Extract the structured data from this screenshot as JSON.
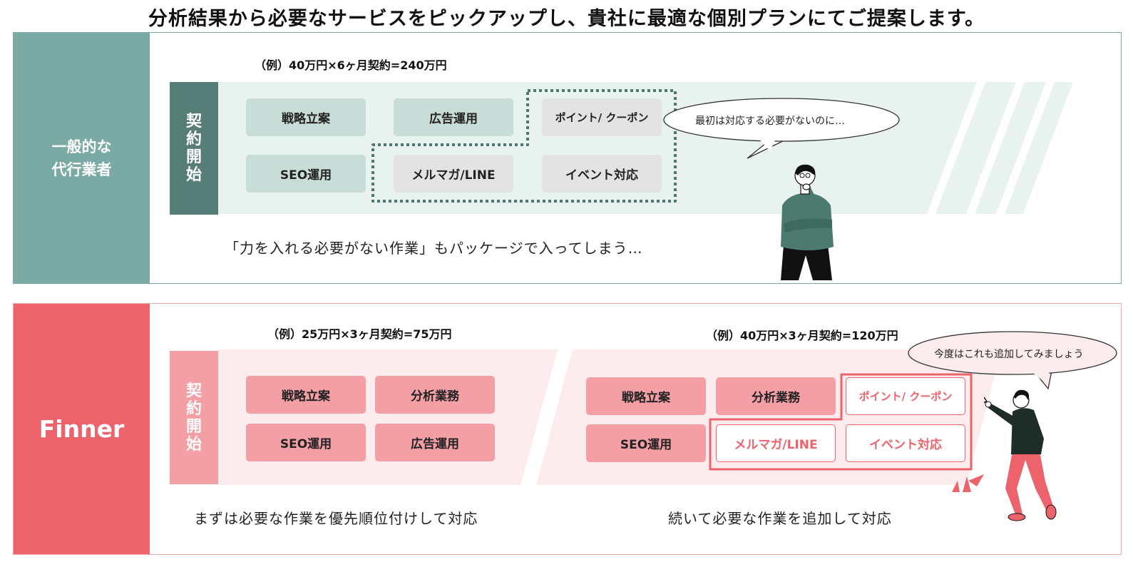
{
  "headline": "分析結果から必要なサービスをピックアップし、貴社に最適な個別プランにてご提案します。",
  "general": {
    "side_label_line1": "一般的な",
    "side_label_line2": "代行業者",
    "formula": "（例）40万円×6ヶ月契約=240万円",
    "contract_label": [
      "契",
      "約",
      "開",
      "始"
    ],
    "services": [
      "戦略立案",
      "広告運用",
      "ポイント/ クーポン",
      "SEO運用",
      "メルマガ/LINE",
      "イベント対応"
    ],
    "bubble": "最初は対応する必要がないのに…",
    "caption": "「力を入れる必要がない作業」もパッケージで入ってしまう…"
  },
  "finner": {
    "side_label": "Finner",
    "formula_left": "（例）25万円×3ヶ月契約=75万円",
    "formula_right": "（例）40万円×3ヶ月契約=120万円",
    "contract_label": [
      "契",
      "約",
      "開",
      "始"
    ],
    "left_services": [
      "戦略立案",
      "分析業務",
      "SEO運用",
      "広告運用"
    ],
    "right_services": [
      "戦略立案",
      "分析業務",
      "ポイント/ クーポン",
      "SEO運用",
      "メルマガ/LINE",
      "イベント対応"
    ],
    "bubble": "今度はこれも追加してみましょう",
    "caption_left": "まずは必要な作業を優先順位付けして対応",
    "caption_right": "続いて必要な作業を追加して対応"
  },
  "colors": {
    "teal": "#7aaaa3",
    "teal_dark": "#567d76",
    "teal_light": "#e8f3f0",
    "teal_box": "#c8ddd8",
    "gray_box": "#e3e3e3",
    "red": "#ec636b",
    "pink_box": "#f49ea5",
    "pink_light": "#fdeced"
  }
}
